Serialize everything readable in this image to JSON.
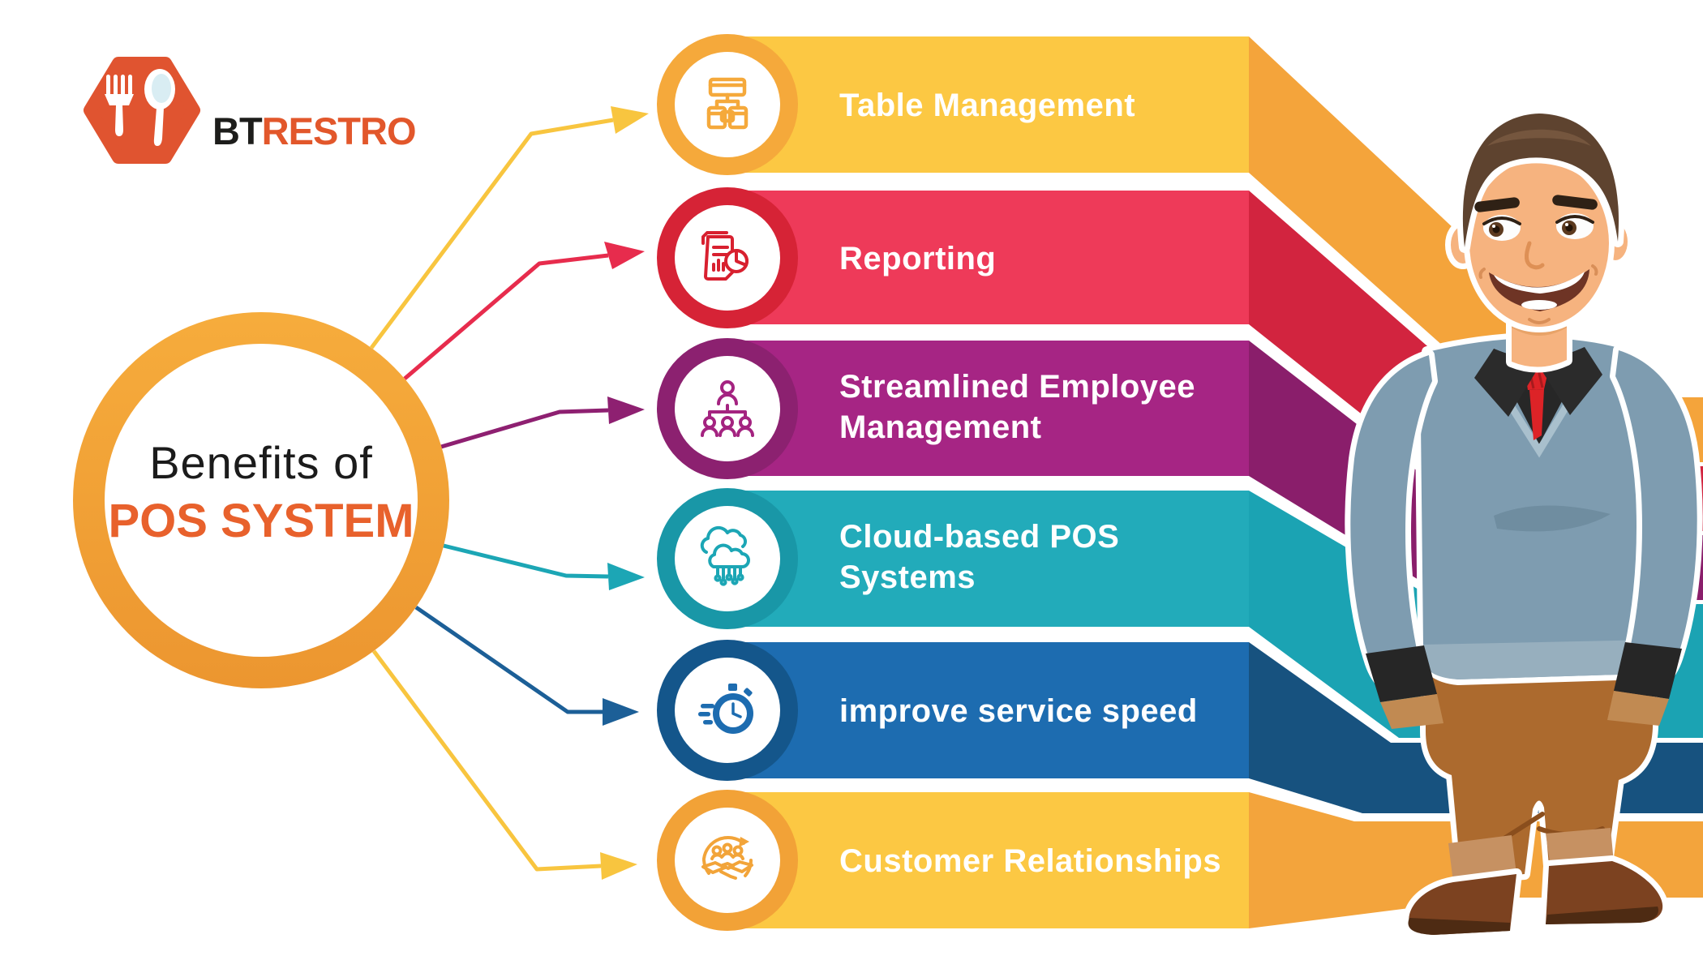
{
  "logo": {
    "name_black": "BT",
    "name_orange": "RESTRO",
    "hex_color": "#E05430",
    "icon": "fork-spoon-hexagon-icon"
  },
  "center": {
    "title_line1": "Benefits of",
    "title_line2": "POS SYSTEM",
    "title_line2_color": "#E8612C",
    "ring_color_top": "#F6AC3C",
    "ring_color_bottom": "#EC9630"
  },
  "illustration": "smiling-man-hands-in-pockets",
  "benefits": [
    {
      "label": "Table Management",
      "lines": [
        "Table Management",
        ""
      ],
      "icon": "table-management-icon",
      "band_color": "#FCC843",
      "fold_color": "#F4A43B",
      "ring_color": "#F5A93B",
      "arrow_color": "#F8C53F",
      "icon_color": "#F5A93B"
    },
    {
      "label": "Reporting",
      "lines": [
        "Reporting",
        ""
      ],
      "icon": "reporting-icon",
      "band_color": "#EE3A59",
      "fold_color": "#D2243F",
      "ring_color": "#D62336",
      "arrow_color": "#E72C4D",
      "icon_color": "#D8202F"
    },
    {
      "label": "Streamlined Employee Management",
      "lines": [
        "Streamlined Employee",
        "Management"
      ],
      "icon": "employee-management-icon",
      "band_color": "#A62584",
      "fold_color": "#8A1E6B",
      "ring_color": "#8C2170",
      "arrow_color": "#8E2071",
      "icon_color": "#A42380"
    },
    {
      "label": "Cloud-based POS Systems",
      "lines": [
        "Cloud-based POS",
        "Systems"
      ],
      "icon": "cloud-pos-icon",
      "band_color": "#22ABBA",
      "fold_color": "#1BA3B3",
      "ring_color": "#1997A7",
      "arrow_color": "#1CA6B5",
      "icon_color": "#1CA6B5"
    },
    {
      "label": "improve service speed",
      "lines": [
        "improve service speed",
        ""
      ],
      "icon": "service-speed-icon",
      "band_color": "#1D6CB0",
      "fold_color": "#17527F",
      "ring_color": "#14568B",
      "arrow_color": "#1C5F97",
      "icon_color": "#1D6CB0"
    },
    {
      "label": "Customer Relationships",
      "lines": [
        "Customer Relationships",
        ""
      ],
      "icon": "customer-relationships-icon",
      "band_color": "#FCC843",
      "fold_color": "#F3A43C",
      "ring_color": "#F2A237",
      "arrow_color": "#F8C53F",
      "icon_color": "#F2A439"
    }
  ]
}
